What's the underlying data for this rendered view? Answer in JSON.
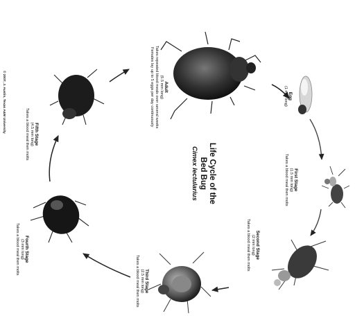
{
  "title": {
    "line1": "Life Cycle of the",
    "line2": "Bed Bug",
    "latin": "Cimex lectularius"
  },
  "stages": {
    "egg": {
      "name": "Egg",
      "size": "(1 mm long)",
      "desc": ""
    },
    "first": {
      "name": "First Stage",
      "size": "(1.5 mm long)",
      "desc": "Takes a blood meal then molts"
    },
    "second": {
      "name": "Second Stage",
      "size": "(2 mm long)",
      "desc": "Takes a blood meal then molts"
    },
    "third": {
      "name": "Third Stage",
      "size": "(2.5 mm long)",
      "desc": "Takes a blood meal then molts"
    },
    "fourth": {
      "name": "Fourth Stage",
      "size": "(3 mm long)",
      "desc": "Takes a blood meal then molts"
    },
    "fifth": {
      "name": "Fifth Stage",
      "size": "(4.5 mm long)",
      "desc": "Takes a blood meal then molts"
    },
    "adult": {
      "name": "Adult",
      "size": "(5.5 mm long)",
      "desc": "Takes repeated blood meals over several weeks",
      "desc2": "Females lay up to 5 eggs per day continuously"
    }
  },
  "credit": "© 2007, J. Austin, Texas A&M University"
}
